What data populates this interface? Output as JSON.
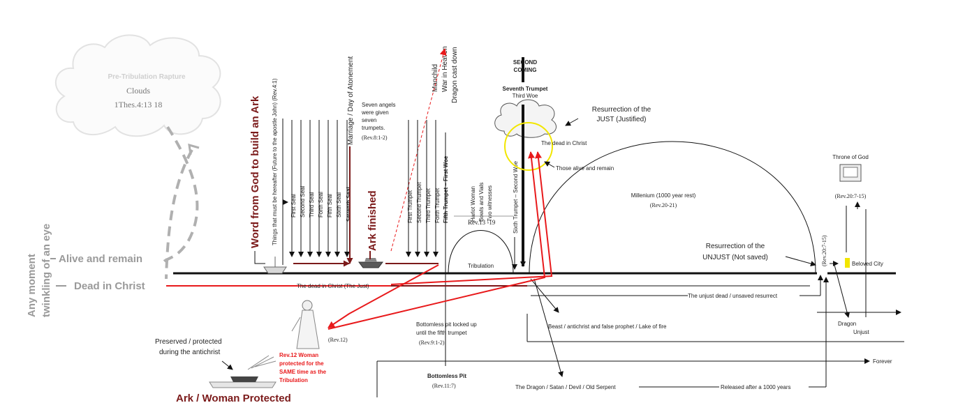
{
  "colors": {
    "line": "#111111",
    "red": "#e8191b",
    "dark_red": "#7b1a1a",
    "grey": "#9a9a9a",
    "yellow": "#f2e600"
  },
  "rapture_cloud": {
    "title": "Pre-Tribulation Rapture",
    "clouds": "Clouds",
    "ref": "1Thes.4:13  18"
  },
  "left": {
    "any_moment": "Any moment",
    "twinkling": "twinkling of an eye",
    "alive_and_remain": "Alive and remain",
    "dead_in_christ": "Dead in Christ"
  },
  "ark": {
    "word_from_god": "Word from God to build an Ark",
    "ark_finished": "Ark finished",
    "woman_protected": "Ark / Woman Protected",
    "preserved_1": "Preserved / protected",
    "preserved_2": "during the antichrist",
    "rev12_1": "Rev.12 Woman",
    "rev12_2": "protected for the",
    "rev12_3": "SAME time as the",
    "rev12_4": "Tribulation",
    "rev12_ref": "(Rev.12)"
  },
  "seals": {
    "things": "Things that must be hereafter (Future to the apostle John) (Rev.4:1)",
    "items": [
      "First Seal",
      "Second Seal",
      "Third Seal",
      "Forth Seal",
      "Fifth Seal",
      "Sixth Seal",
      "Seventh Seal"
    ],
    "marriage": "Marriage / Day of Atonement"
  },
  "angels": {
    "line1": "Seven angels",
    "line2": "were given",
    "line3": "seven",
    "line4": "trumpets.",
    "ref": "(Rev.8:1-2)"
  },
  "manchild": {
    "line1": "Manchild",
    "line2": "War in Heaven",
    "line3": "Dragon cast down"
  },
  "trumpets": {
    "items": [
      "First Trumpet",
      "Second Trumpet",
      "Third Trumpet",
      "Forth Trumpet"
    ],
    "fifth": "Fifth Trumpet – First Woe",
    "sixth": "Sixth Trumpet – Second Woe"
  },
  "harlot": {
    "line1": "Harlot Woman",
    "line2": "Bowls and Vials",
    "line3": "Two witnesses",
    "ref": "Rev.13 -19"
  },
  "tribulation": "Tribulation",
  "second_coming": {
    "line1": "SECOND",
    "line2": "COMING",
    "seventh": "Seventh Trumpet",
    "third_woe": "Third Woe"
  },
  "resurrection_just": {
    "line1": "Resurrection of the",
    "line2": "JUST (Justified)",
    "dead_in_christ": "The dead in Christ",
    "alive": "Those alive and remain"
  },
  "millenium": {
    "label": "Millenium (1000 year rest)",
    "ref": "(Rev.20-21)"
  },
  "resurrection_unjust": {
    "line1": "Resurrection of the",
    "line2": "UNJUST (Not saved)"
  },
  "throne": {
    "label": "Throne of God",
    "ref": "(Rev.20:7-15)",
    "rev20": "(Rev.20:7-15)",
    "beloved_city": "Beloved City",
    "dragon": "Dragon",
    "unjust": "Unjust"
  },
  "lines": {
    "dead_in_christ_just": "The dead in Christ (The Just)",
    "unjust_dead": "The unjust dead / unsaved resurrect",
    "beast": "Beast / antichrist and false prophet / Lake of fire",
    "forever": "Forever",
    "dragon_satan": "The Dragon / Satan / Devil / Old Serpent",
    "released": "Released after a 1000 years"
  },
  "pit": {
    "locked_1": "Bottomless pit locked up",
    "locked_2": "until the fifth trumpet",
    "locked_ref": "(Rev.9:1-2)",
    "label": "Bottomless Pit",
    "ref": "(Rev.11:7)"
  }
}
